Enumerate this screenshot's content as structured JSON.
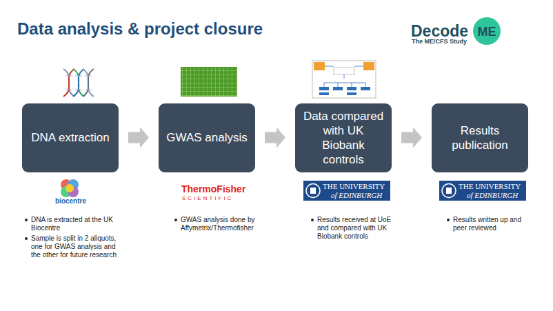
{
  "diagram": {
    "title": "Data analysis & project closure",
    "nodes": [
      {
        "text": [
          "DNA extraction"
        ]
      },
      {
        "text": [
          "GWAS analysis"
        ]
      },
      {
        "text": [
          "Data compared with UK Biobank controls"
        ]
      },
      {
        "text": [
          "Results publication"
        ]
      }
    ],
    "edges": [
      {
        "from": 0,
        "to": 1,
        "arrow": "to"
      },
      {
        "from": 1,
        "to": 2,
        "arrow": "to"
      },
      {
        "from": 2,
        "to": 3,
        "arrow": "to"
      }
    ],
    "labels": [
      "Decode",
      "ME",
      "The ME/CFS Study",
      "biocentre",
      "DNA is extracted at the UK Biocentre",
      "Sample is split in 2 aliquots, one for GWAS analysis and the other for future research",
      "ThermoFisher",
      "SCIENTIFIC",
      "GWAS analysis done by Affymetrix/Thermofisher",
      "THE UNIVERSITY",
      "of EDINBURGH",
      "Results received at UoE and compared with UK Biobank controls",
      "THE UNIVERSITY",
      "of EDINBURGH",
      "Results written up and peer reviewed"
    ]
  }
}
